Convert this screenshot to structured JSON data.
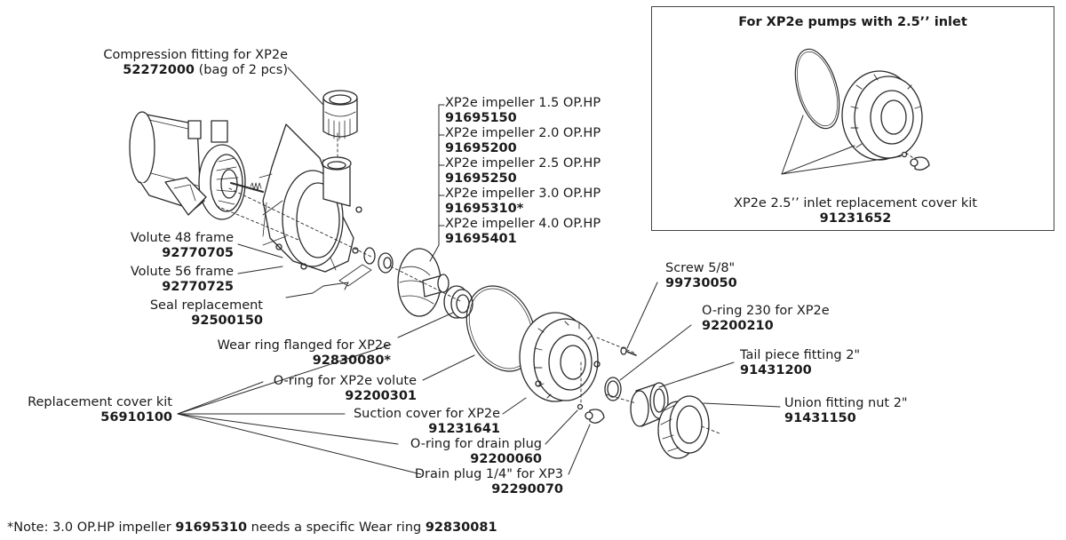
{
  "inlet_box": {
    "title": "For XP2e pumps with 2.5’’ inlet",
    "kit_name": "XP2e 2.5’’ inlet replacement cover kit",
    "kit_part": "91231652"
  },
  "labels": {
    "compression_fitting": {
      "name": "Compression fitting for XP2e",
      "part": "52272000",
      "note": " (bag of 2 pcs)"
    },
    "impellers": [
      {
        "name": "XP2e impeller 1.5 OP.HP",
        "part": "91695150"
      },
      {
        "name": "XP2e impeller 2.0 OP.HP",
        "part": "91695200"
      },
      {
        "name": "XP2e impeller 2.5 OP.HP",
        "part": "91695250"
      },
      {
        "name": "XP2e impeller 3.0 OP.HP",
        "part": "91695310*"
      },
      {
        "name": "XP2e impeller 4.0 OP.HP",
        "part": "91695401"
      }
    ],
    "volute_48": {
      "name": "Volute 48 frame",
      "part": "92770705"
    },
    "volute_56": {
      "name": "Volute 56 frame",
      "part": "92770725"
    },
    "seal": {
      "name": "Seal replacement",
      "part": "92500150"
    },
    "wear_ring": {
      "name": "Wear ring flanged for XP2e",
      "part": "92830080*"
    },
    "oring_volute": {
      "name": "O-ring for XP2e volute",
      "part": "92200301"
    },
    "replacement_cover_kit": {
      "name": "Replacement cover kit",
      "part": "56910100"
    },
    "suction_cover": {
      "name": "Suction cover for XP2e",
      "part": "91231641"
    },
    "oring_drain": {
      "name": "O-ring for drain plug",
      "part": "92200060"
    },
    "drain_plug": {
      "name": "Drain plug 1/4\" for XP3",
      "part": "92290070"
    },
    "screw": {
      "name": "Screw 5/8\"",
      "part": "99730050"
    },
    "oring_230": {
      "name": "O-ring 230 for XP2e",
      "part": "92200210"
    },
    "tail_piece": {
      "name": "Tail piece fitting 2\"",
      "part": "91431200"
    },
    "union_nut": {
      "name": "Union fitting nut 2\"",
      "part": "91431150"
    }
  },
  "footnote": {
    "prefix": "*Note: 3.0 OP.HP impeller ",
    "impeller_part": "91695310",
    "middle": " needs a specific Wear ring ",
    "wear_ring_part": "92830081"
  }
}
